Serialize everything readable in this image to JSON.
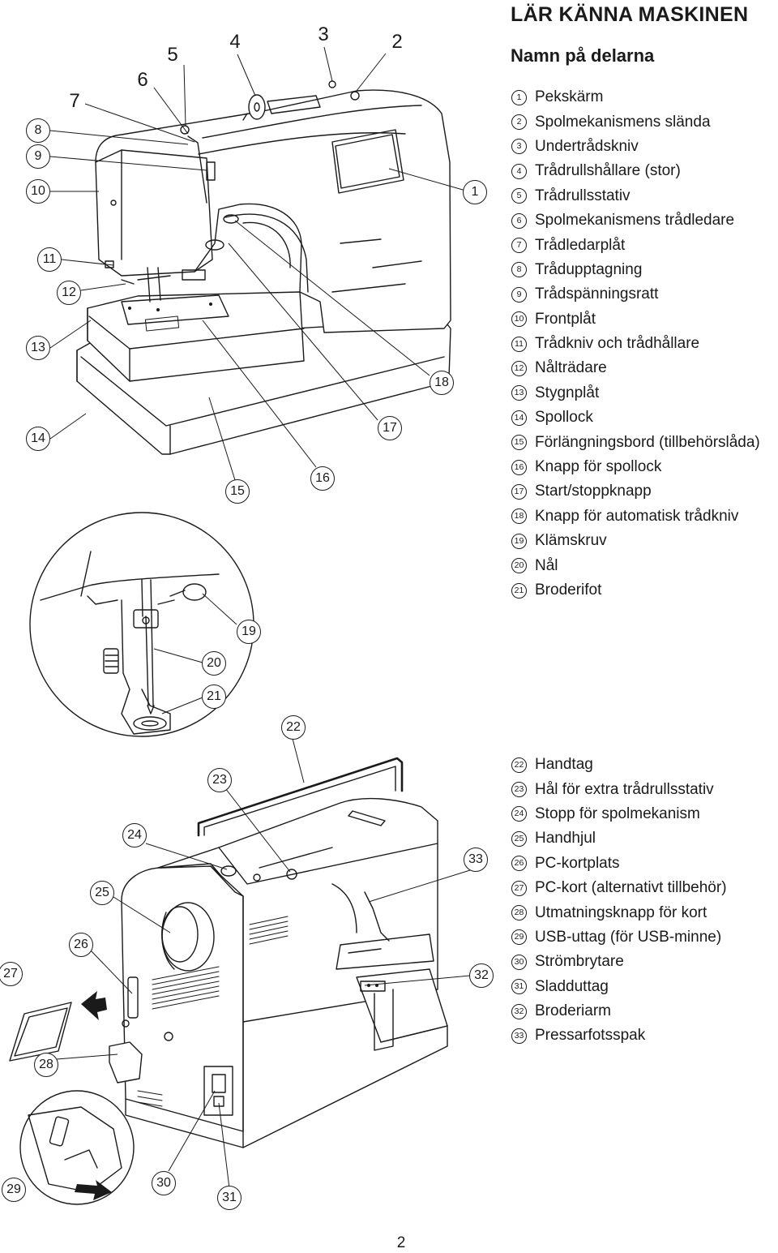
{
  "title": "LÄR KÄNNA MASKINEN",
  "subtitle": "Namn på delarna",
  "page_number": "2",
  "parts_group_a": [
    {
      "num": "1",
      "label": "Pekskärm"
    },
    {
      "num": "2",
      "label": "Spolmekanismens slända"
    },
    {
      "num": "3",
      "label": "Undertrådskniv"
    },
    {
      "num": "4",
      "label": "Trådrullshållare (stor)"
    },
    {
      "num": "5",
      "label": "Trådrullsstativ"
    },
    {
      "num": "6",
      "label": "Spolmekanismens trådledare"
    },
    {
      "num": "7",
      "label": "Trådledarplåt"
    },
    {
      "num": "8",
      "label": "Trådupptagning"
    },
    {
      "num": "9",
      "label": "Trådspänningsratt"
    },
    {
      "num": "10",
      "label": "Frontplåt"
    },
    {
      "num": "11",
      "label": "Trådkniv och trådhållare"
    },
    {
      "num": "12",
      "label": "Nålträdare"
    },
    {
      "num": "13",
      "label": "Stygnplåt"
    },
    {
      "num": "14",
      "label": "Spollock"
    },
    {
      "num": "15",
      "label": "Förlängningsbord (tillbehörslåda)"
    },
    {
      "num": "16",
      "label": "Knapp för spollock"
    },
    {
      "num": "17",
      "label": "Start/stoppknapp"
    },
    {
      "num": "18",
      "label": "Knapp för automatisk trådkniv"
    },
    {
      "num": "19",
      "label": "Klämskruv"
    },
    {
      "num": "20",
      "label": "Nål"
    },
    {
      "num": "21",
      "label": "Broderifot"
    }
  ],
  "parts_group_b": [
    {
      "num": "22",
      "label": "Handtag"
    },
    {
      "num": "23",
      "label": "Hål för extra trådrullsstativ"
    },
    {
      "num": "24",
      "label": "Stopp för spolmekanism"
    },
    {
      "num": "25",
      "label": "Handhjul"
    },
    {
      "num": "26",
      "label": "PC-kortplats"
    },
    {
      "num": "27",
      "label": "PC-kort (alternativt tillbehör)"
    },
    {
      "num": "28",
      "label": "Utmatningsknapp för kort"
    },
    {
      "num": "29",
      "label": "USB-uttag (för USB-minne)"
    },
    {
      "num": "30",
      "label": "Strömbrytare"
    },
    {
      "num": "31",
      "label": "Sladduttag"
    },
    {
      "num": "32",
      "label": "Broderiarm"
    },
    {
      "num": "33",
      "label": "Pressarfotsspak"
    }
  ]
}
